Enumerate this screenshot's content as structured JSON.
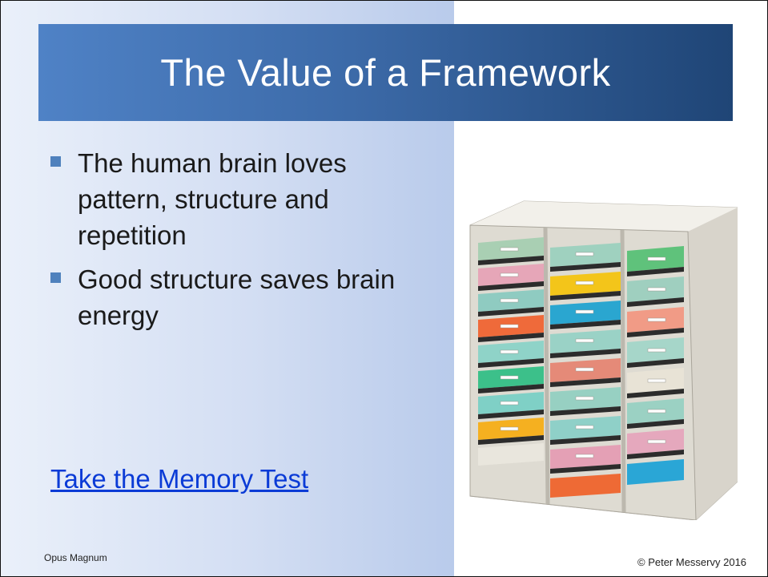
{
  "slide": {
    "title": "The Value of a Framework",
    "bullets": [
      {
        "text": "The human brain loves pattern, structure and repetition"
      },
      {
        "text": "Good structure saves brain energy"
      }
    ],
    "link": {
      "text": "Take the Memory Test"
    },
    "footer": {
      "left": "Opus Magnum",
      "right": "© Peter Messervy 2016"
    },
    "image": {
      "icon": "sorting-shelf-image"
    },
    "colors": {
      "title_bar_start": "#4f82c6",
      "title_bar_end": "#1f4576",
      "bullet_marker": "#4f81bd",
      "link": "#0b3bd6"
    }
  }
}
